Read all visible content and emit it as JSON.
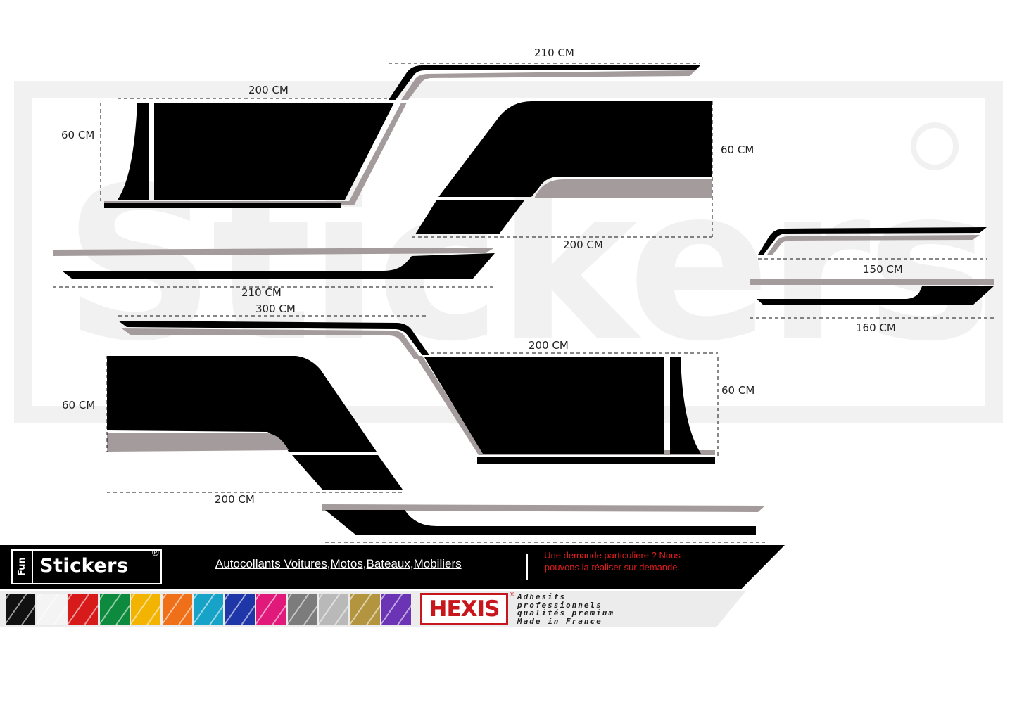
{
  "watermark": {
    "text": "Stickers"
  },
  "dimensions": {
    "top_gray_stripe": "210 CM",
    "front_top_width": "200 CM",
    "front_left_height": "60 CM",
    "rear_right_height": "60 CM",
    "rear_bottom_width": "200 CM",
    "mid_stripe_width": "210 CM",
    "small_top_width": "150 CM",
    "small_bottom_width": "160 CM",
    "lower_stripe_width": "300 CM",
    "lower_right_top_width": "200 CM",
    "lower_right_height": "60 CM",
    "lower_left_height": "60 CM",
    "lower_left_bottom_width": "200 CM"
  },
  "banner": {
    "logo_small": "Fun",
    "logo_name": "Stickers",
    "logo_reg": "®",
    "tagline": "Autocollants Voitures,Motos,Bateaux,Mobiliers",
    "special_request": "Une demande particuliere ? Nous pouvons la réaliser sur demande."
  },
  "swatches": {
    "colors": [
      "#111111",
      "#f4f4f4",
      "#d71a1a",
      "#0e8a3e",
      "#f2b400",
      "#f0701a",
      "#17a3c7",
      "#1f36a8",
      "#e0197a",
      "#7c7c7c",
      "#b9b9b9",
      "#b3953f",
      "#6a34b4"
    ]
  },
  "hexis": {
    "brand": "HEXIS",
    "reg": "®",
    "lines": [
      "Adhesifs",
      "professionnels",
      "qualités premium",
      "Made in France"
    ]
  }
}
